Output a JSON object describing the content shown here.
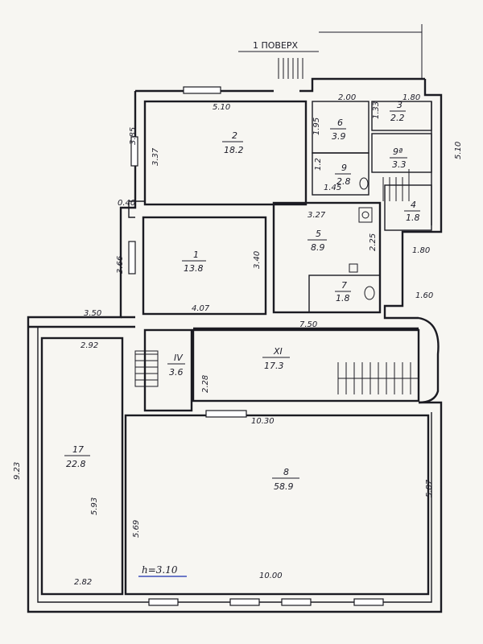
{
  "entrance_label": "1 ПОВЕРХ",
  "ceiling_height": "h=3.10",
  "rooms": {
    "r1": {
      "num": "1",
      "area": "13.8"
    },
    "r2": {
      "num": "2",
      "area": "18.2"
    },
    "r3": {
      "num": "3",
      "area": "2.2"
    },
    "r4": {
      "num": "4",
      "area": "1.8"
    },
    "r5": {
      "num": "5",
      "area": "8.9"
    },
    "r6": {
      "num": "6",
      "area": "3.9"
    },
    "r7": {
      "num": "7",
      "area": "1.8"
    },
    "r8": {
      "num": "8",
      "area": "58.9"
    },
    "r9": {
      "num": "9",
      "area": "2.8"
    },
    "r9a": {
      "num": "9ª",
      "area": "3.3"
    },
    "r11": {
      "num": "XI",
      "area": "17.3"
    },
    "r17": {
      "num": "17",
      "area": "22.8"
    },
    "rIV": {
      "num": "IV",
      "area": "3.6"
    }
  },
  "dimensions": {
    "d_510a": "5.10",
    "d_200": "2.00",
    "d_180a": "1.80",
    "d_385": "3.85",
    "d_337": "3.37",
    "d_195": "1.95",
    "d_133": "1.33",
    "d_510b": "5.10",
    "d_040": "0.40",
    "d_145": "1.45",
    "d_12": "1.2",
    "d_327": "3.27",
    "d_225": "2.25",
    "d_366": "3.66",
    "d_340": "3.40",
    "d_180b": "1.80",
    "d_407": "4.07",
    "d_160": "1.60",
    "d_350": "3.50",
    "d_750": "7.50",
    "d_292": "2.92",
    "d_228": "2.28",
    "d_1030": "10.30",
    "d_923": "9.23",
    "d_593": "5.93",
    "d_587": "5.87",
    "d_569": "5.69",
    "d_282": "2.82",
    "d_1000": "10.00"
  }
}
